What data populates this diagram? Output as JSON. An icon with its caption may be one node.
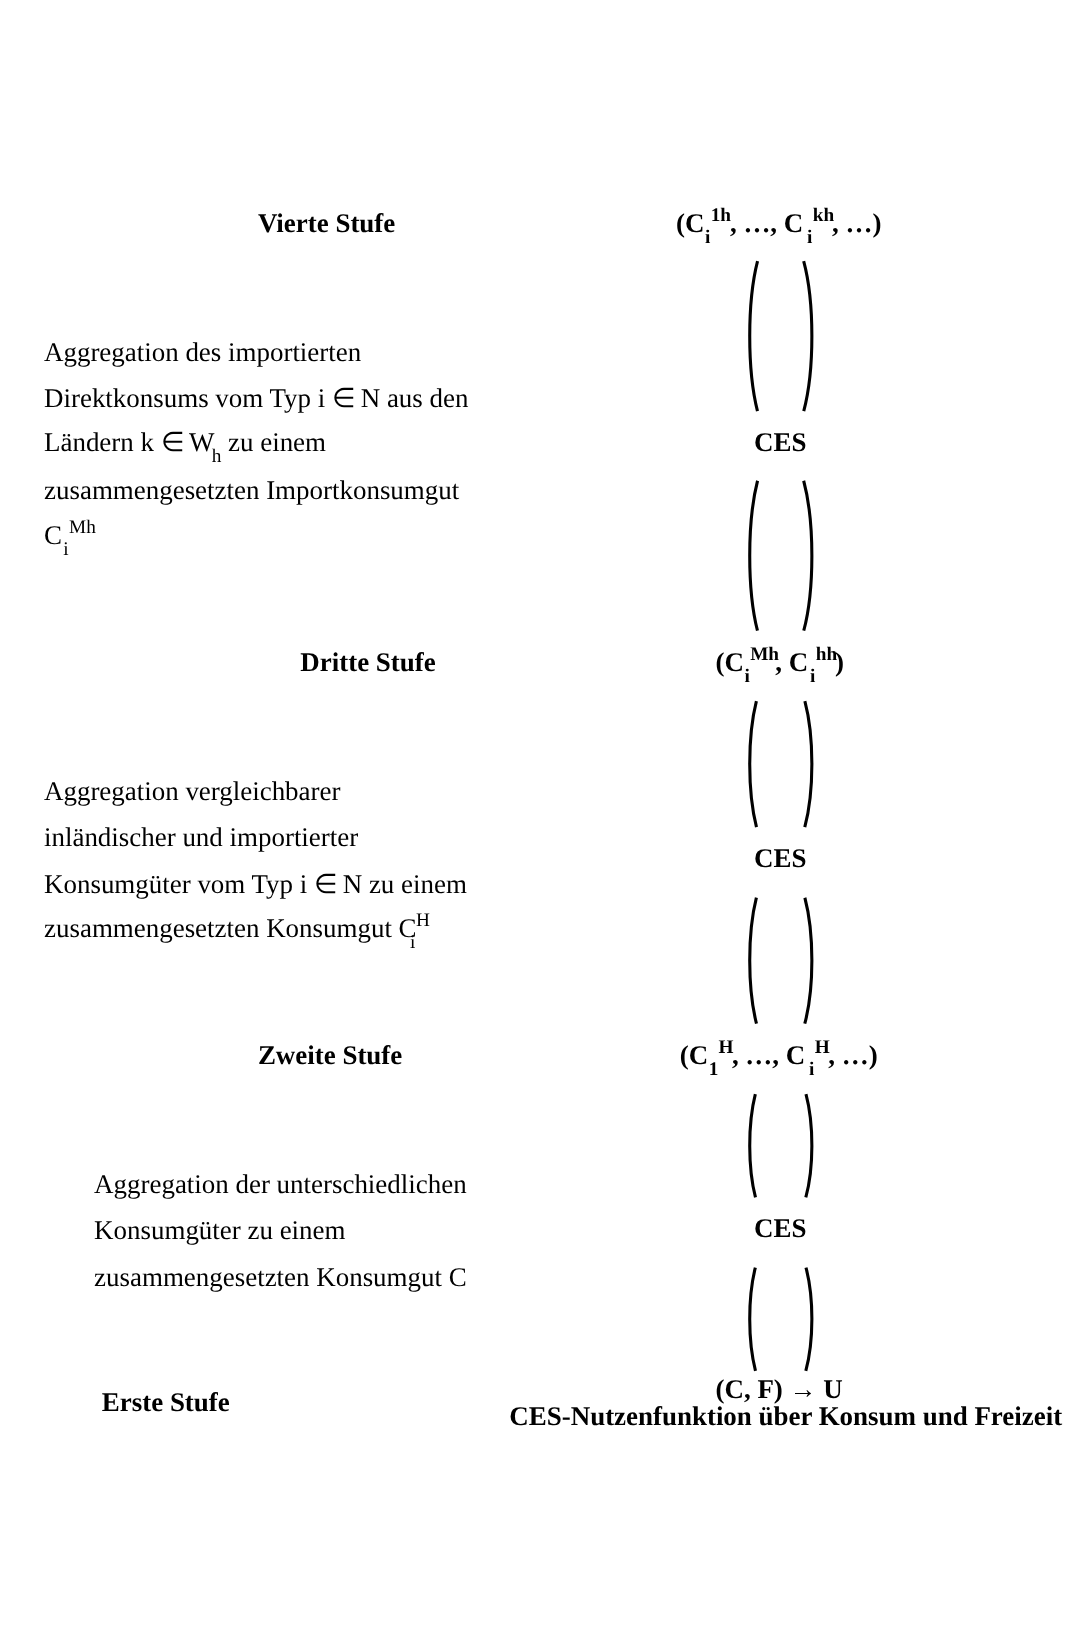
{
  "diagram": {
    "nodes": [
      {
        "text": [
          "(C$_{i}$$^{1h}$, …, C$_{i}$$^{kh}$, …)"
        ]
      },
      {
        "text": [
          "CES"
        ]
      },
      {
        "text": [
          "(C$_{i}$$^{Mh}$, C$_{i}$$^{hh}$)"
        ]
      },
      {
        "text": [
          "CES"
        ]
      },
      {
        "text": [
          "(C$_{1}$$^{H}$, …, C$_{i}$$^{H}$, …)"
        ]
      },
      {
        "text": [
          "CES"
        ]
      },
      {
        "text": [
          "(C, F) → U"
        ],
        "beside": [
          "CES-Nutzenfunktion über Konsum und Freizeit"
        ]
      }
    ],
    "edges": [
      {
        "from": 0,
        "to": 1,
        "arrow": "none"
      },
      {
        "from": 0,
        "to": 1,
        "arrow": "none"
      },
      {
        "from": 1,
        "to": 2,
        "arrow": "none"
      },
      {
        "from": 1,
        "to": 2,
        "arrow": "none"
      },
      {
        "from": 2,
        "to": 3,
        "arrow": "none"
      },
      {
        "from": 2,
        "to": 3,
        "arrow": "none"
      },
      {
        "from": 3,
        "to": 4,
        "arrow": "none"
      },
      {
        "from": 3,
        "to": 4,
        "arrow": "none"
      },
      {
        "from": 4,
        "to": 5,
        "arrow": "none"
      },
      {
        "from": 4,
        "to": 5,
        "arrow": "none"
      },
      {
        "from": 5,
        "to": 6,
        "arrow": "none"
      },
      {
        "from": 5,
        "to": 6,
        "arrow": "none"
      }
    ],
    "labels": [
      "Vierte Stufe",
      "Aggregation des importierten Direktkonsums vom Typ i ∈ N aus den Ländern k ∈ W$_{h}$ zu einem zusammengesetzten Importkonsumgut C$_{i}$$^{Mh}$",
      "Dritte Stufe",
      "Aggregation vergleichbarer inländischer und importierter Konsumgüter vom Typ i ∈ N zu einem zusammengesetzten Konsumgut C$_{i}$$^{H}$",
      "Zweite Stufe",
      "Aggregation der unterschiedlichen Konsumgüter zu einem zusammengesetzten Konsumgut C",
      "Erste Stufe"
    ]
  }
}
